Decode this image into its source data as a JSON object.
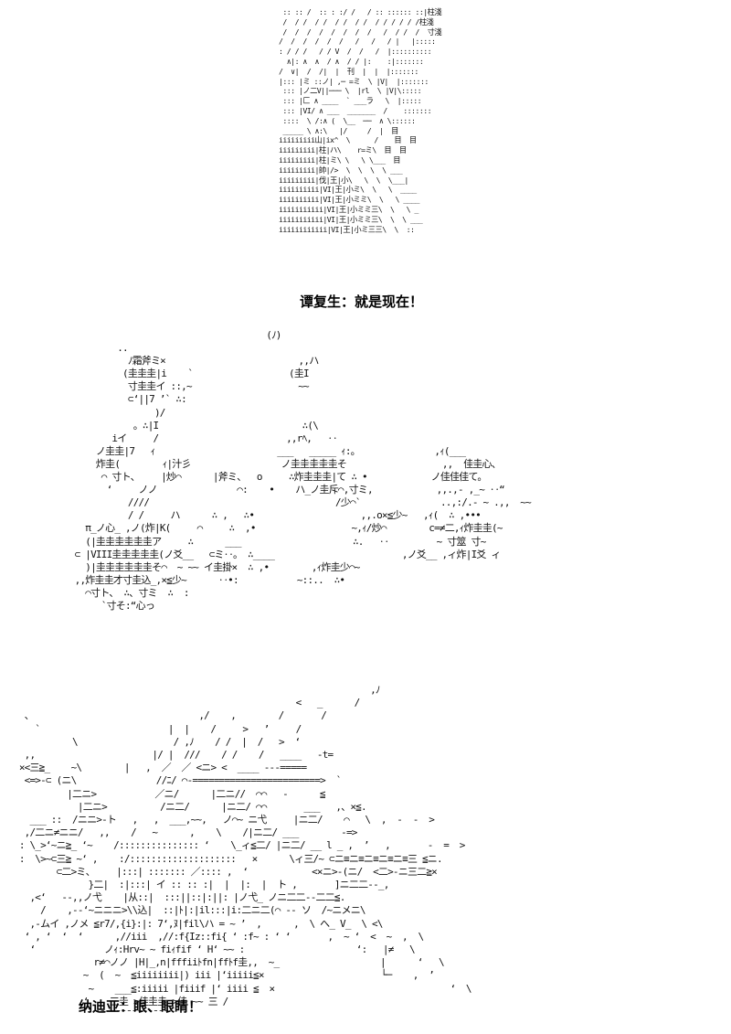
{
  "panels": [
    {
      "art": " :: :: /  :: : :/ /   / :: :::::: ::|柱淺\n /  / /  / /  / /  / /  / / / / / /柱淺\n /  /  /  /  /  /  /  /   /  / /  /  寸淺\n/  /  /  /  /  /   /   /   / |   |:::::\n: / / /   / / V  /  /   /  |::::::::::\n  ∧|: ∧  ∧  / ∧  / / |:    :|:::::::\n/  ∨|  /  /|  |  刊  |  |  |:::::::\n|::: |ミ ::ノ| ,─ =ミ  \\ |V|  |:::::::\n ::: |ノ二V||─── \\  |rl  \\ |V|\\:::::\n ::: |匚 ∧ ____  ` ___ラ   \\  |:::::\n ::: |VI/ ∧ ___  _______  /    :::::::\n ::::  \\ /:∧ (  \\__  ──  ∧ \\::::::\n _____ \\ ∧:\\   |/     /  |  目\niiiiiiiii山|ix^  \\      /    目  目\niiiiiiiii|柱|ハ\\    r=ミ\\  目  目\niiiiiiiii|柱|ミ\\ \\   \\ \\___  目\niiiiiiiii|帥|/>  \\  \\  \\  \\ ___\niiiiiiiii|伐|王|小\\   \\  \\  \\___|\niiiiiiiiii|VI|王|小ミ\\  \\   \\  ____\niiiiiiiiii|VI|王|小ミミ\\  \\   \\ ____\niiiiiiiiiii|VI|王|小ミミ三\\  \\   \\ _\niiiiiiiiiii|VI|王|小ミミ三\\  \\  \\ ___\niiiiiiiiiiii|VI|王|小ミ三三\\  \\  ::",
      "caption": "谭复生：就是现在！"
    },
    {
      "art": "                                      (ﾉ)\n          ..\n            ﾉ霜斧ミ×                         ,,ハ\n           (圭圭圭|i    `                  (圭I\n            寸圭圭イ ::,~                    ~~\n            ⊂‘||7 ’` ∴:\n                 )/\n             。∴|I                           ∴(\\   \n         iイ     /                        ,,rﾍ,   ‥  \n      ノ圭圭|7   ｨ                       ___   _____ ｨ:。              ,ｨ(___\n      炸圭(        ｨ|汁彡                 ノ圭圭圭圭圭そ                  ,,  佳圭心、\n       ⌒ 寸ト、    |炒⌒      |斧ミ、  o     ∴炸圭圭圭|て ∴ •            ノ佳佳佳て。\n        ‘     ノノ               ⌒:    •    ハ_ノ圭斥⌒,寸ミ,            ,,.,- ,_~ ‥“\n            ////                                   /少⌒`               ..,:/.- ~ .,,  ~~\n            / /     ハ      ∴ ,   ∴•                    ,,.o×≦少~   ,ｨ(  ∴ ,•••\n    π_ノ心_ ,ノ(炸|K(     ⌒     ∴  ,•                  ~,ｨ/炒⌒        c=≠二,ｨ炸圭圭(~\n    (|圭圭圭圭圭圭ア     ∴      ___                     ∴.   ‥         ~ 寸筮 寸~\n  ⊂ |VIII圭圭圭圭圭(ノ爻__   ⊂ミ‥。 ∴____                        ,ノ爻__ ,ィ炸|I爻 ィ\n    )|圭圭圭圭圭圭そ⌒  ~ ~~ イ圭掛×  ∴ ,•        ,ｨ炸圭少⌒~  \n  ,,炸圭圭才寸圭込_,×≦少~      ‥•:           ~::..  ∴•\n    ⌒寸ト、 ∴、寸ミ  ∴  :\n       `寸そ:“心っ",
      "caption": ""
    },
    {
      "art": "                                                                   ,ﾉ\n                                                     <   _      /\n  、                               ,/    ,        /       /\n    `                        |  |    /     >   ’     /\n           \\                  / ,ﾉ    / /  |  /   >  ‘\n  ,,                      |/ |  ///    / /    /   ____   ‐t=\n ×<三≧_    ~\\        |   ,  ／  ／ <ニ> <  ____ ---=====\n  <=>-⊂ (ニ\\               //ﾆ/ ⌒-========================>  `\n          |二ニ>           ／ニ/      |二ニ//  ⌒⌒   -      ≦\n            |二ニ>          /ニ二/      |ニ二/ ⌒⌒       ___   ,、×≦.\n   ___ ::  /ニニ>-ト   ,   ,  ___,~~,   ノ⌒~ ニ弋     |ニ二/    ⌒   \\  ,  -  -  >\n  ,/二ニ≠ニニ/   ,,    /   ~      ,    \\    /|ニ二/ ___        ‐=>\n : \\_>‘~ニ≧_ ‘~    /::::::::::::::: ‘    \\_ィ≦二/ |ニ二/ __ l _ ,  ’   ,       ‐  =  >\n :  \\>~⊂三≧ ~‘ ,    :/::::::::::::::::::::   ×      \\ィ三/~ ⊂ニ≡ニ≡ニ≡ニ≡ニ≡三 ≦ニ.\n        ⊂二>ミ、    |:::| ::::::: ／:::: ,  ‘            <×ニ>-(ニ/  <二>-ニ三二≧×\n              }二|  :|:::| イ :: :: :|  |  |:  |  ト ,       ]ニ二二--_,\n   ,<‘   --,,ノ弋    |从::|  :::||::|:||: |ノ弋_ ノニ二二--二二≦.\n     /    ,--‘~ニニニ>\\\\込|  ::|ﾄ|:|il:::|i:二ニ二(⌒ -‐ ソ  /~ニメニ\\\n   ,-ムイ ,ノメ ≦r7/,{i}:|: 7‘,ﾇ|fil\\ハ = ~ ’  ,      ,  \\ へ_ V_  \\ <\\\n  ‘ , ‘  ‘  ‘      ,//iii  ,//:f{Iz::fi{ ‘ :f~ : ‘ ‘       ,  ~ ‘  <  ~  ,  \\\n   ‘             ノｨ:Hrv~ ~ fiｨfif ‘ H‘ ~~ :                     ‘:   |≠   \\\n               r≠⌒ノノ |H|_,n|fffiiﾄfn|ffﾄf圭,,  ~_                   |      ‘   \\\n             ~  (  ~  ≦iiiiiiii|) iii |‘iiiii≦×                      └─    ,  ’\n              ~    ___≦:iiiii |fiiif |‘ iiii ≦  ×                                 ‘  \\\n             ‘    三圭 >佳圭圭 >佳 ~~ 三 /\n               ̄ ̄ ̄ ̄ ̄ ̄ ̄ ̄ ̄ ̄ ̄ ̄ ̄ ̄",
      "caption": "纳迪亚：眼、眼睛！"
    }
  ]
}
